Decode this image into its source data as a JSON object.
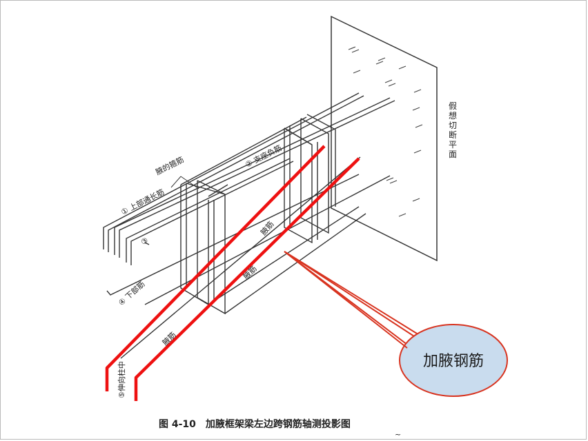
{
  "figure": {
    "caption": "图 4-10　加腋框架梁左边跨钢筋轴测投影图",
    "corner_mark": "~"
  },
  "labels": {
    "top_long_bar": "① 上部通长筋",
    "support_bar": "② 支座负筋",
    "haunch_stirrup": "腋的箍筋",
    "bottom_bar": "④ 下部筋",
    "column_end": "⑤伸向柱中",
    "haunch_bar_upper": "腋筋",
    "haunch_bar_middle": "腋筋",
    "haunch_bar_lower": "腋筋",
    "bar_index_3": "③",
    "plane_label": "假想切断平面"
  },
  "callout": {
    "text": "加腋钢筋"
  },
  "colors": {
    "highlight_red": "#ee1111",
    "drawing_ink": "#333333",
    "callout_fill": "#c9dcee",
    "callout_stroke": "#d8331f"
  }
}
